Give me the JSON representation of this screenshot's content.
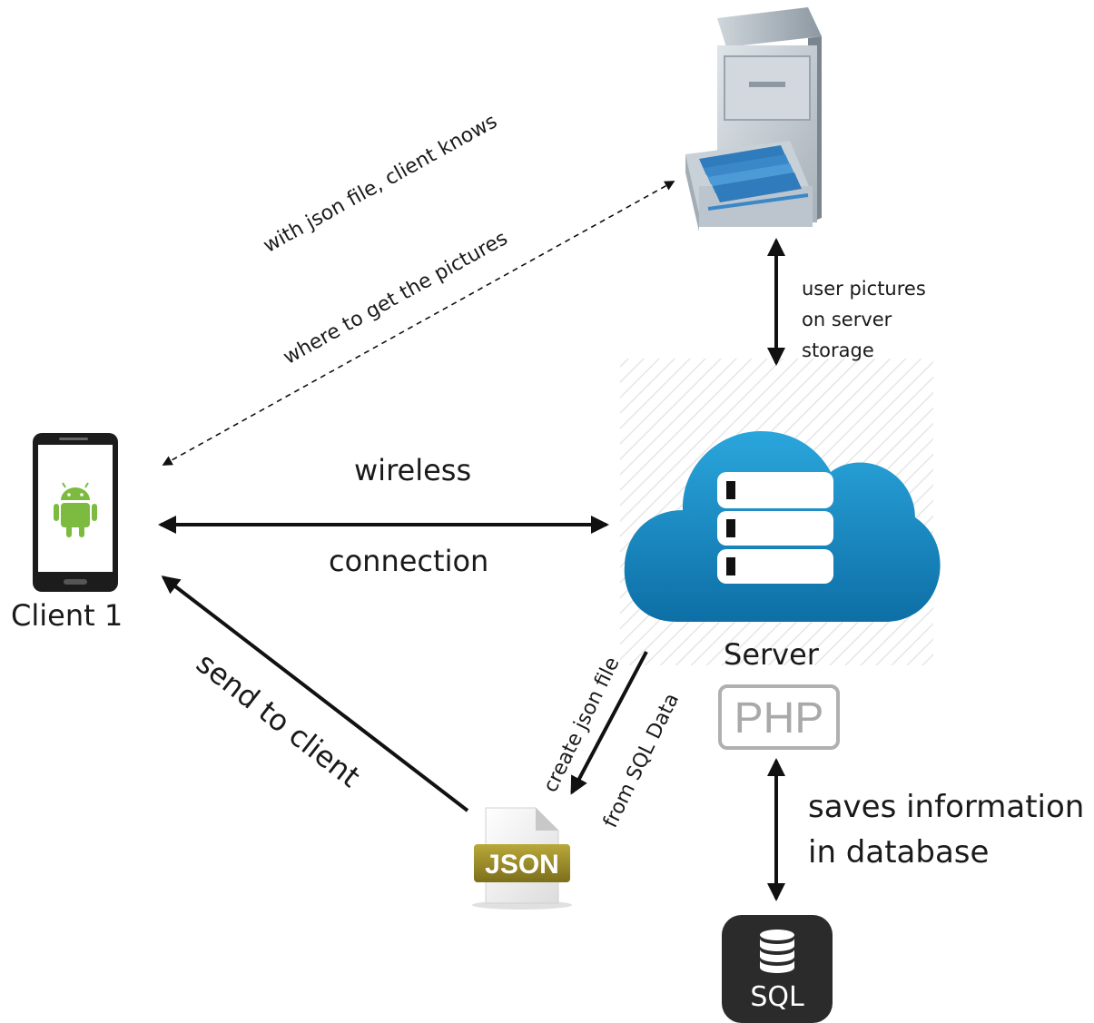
{
  "client": {
    "label": "Client 1",
    "platform_icon": "android-icon",
    "device_icon": "smartphone-icon"
  },
  "server": {
    "label": "Server",
    "icon": "cloud-server-icon",
    "badge": "PHP"
  },
  "storage": {
    "icon": "file-cabinet-icon"
  },
  "json_file": {
    "icon": "json-file-icon",
    "badge": "JSON"
  },
  "database": {
    "icon": "database-icon",
    "label": "SQL"
  },
  "connections": {
    "wireless_top": "wireless",
    "wireless_bottom": "connection",
    "storage_link": [
      "user pictures",
      "on server",
      "storage"
    ],
    "pictures_hint": [
      "with json file, client knows",
      "where to get the pictures"
    ],
    "create_json": "create json file",
    "from_sql": "from SQL Data",
    "send_to_client": "send to client",
    "db_link": [
      "saves information",
      "in database"
    ]
  },
  "colors": {
    "cloud": "#1a8fc9",
    "cloud_dark": "#0f6fa3",
    "android_green": "#7cbb3f",
    "php_grey": "#a9a9a9",
    "json_gold": "#9a8a2a",
    "sql_bg": "#2b2b2b",
    "cabinet_grey": "#9aa4ad",
    "folder_blue": "#3a88c8"
  }
}
